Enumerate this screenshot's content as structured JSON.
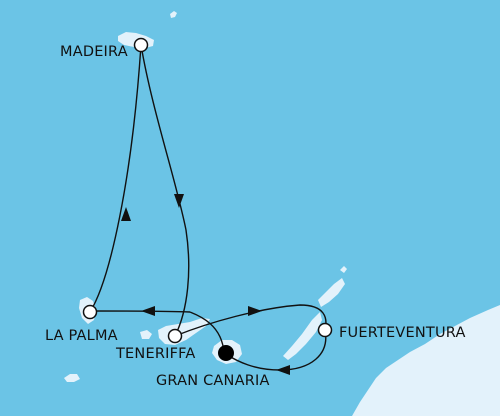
{
  "colors": {
    "sea": "#6bc4e6",
    "land": "#e3f2fb",
    "route": "#111111",
    "port_fill": "#ffffff",
    "home_port_fill": "#000000"
  },
  "ports": {
    "madeira": {
      "label": "MADEIRA",
      "icon": "port-circle-icon"
    },
    "la_palma": {
      "label": "LA PALMA",
      "icon": "port-circle-icon"
    },
    "teneriffa": {
      "label": "TENERIFFA",
      "icon": "port-circle-icon"
    },
    "gran_canaria": {
      "label": "GRAN CANARIA",
      "icon": "home-port-circle-icon"
    },
    "fuerteventura": {
      "label": "FUERTEVENTURA",
      "icon": "port-circle-icon"
    }
  }
}
